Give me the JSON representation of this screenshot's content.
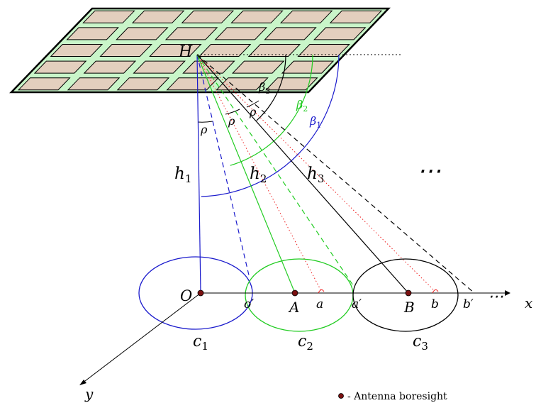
{
  "labels": {
    "H": "H",
    "O": "O",
    "o_prime": "o′",
    "A": "A",
    "a": "a",
    "a_prime": "a′",
    "B": "B",
    "b": "b",
    "b_prime": "b′",
    "x": "x",
    "y": "y",
    "h1": "h",
    "h1_sub": "1",
    "h2": "h",
    "h2_sub": "2",
    "h3": "h",
    "h3_sub": "3",
    "c1": "c",
    "c1_sub": "1",
    "c2": "c",
    "c2_sub": "2",
    "c3": "c",
    "c3_sub": "3",
    "beta1": "β",
    "beta1_sub": "1",
    "beta2": "β",
    "beta2_sub": "2",
    "beta3": "β",
    "beta3_sub": "3",
    "rho": "ρ",
    "ellipsis_top": "⋯",
    "ellipsis_axis": "⋯"
  },
  "legend": {
    "text": "- Antenna boresight"
  },
  "colors": {
    "beam1": "#1a1acc",
    "beam2": "#22cc22",
    "beam3": "#000000",
    "boresight_aux": "#ee2222",
    "panel_fill": "#c9f5c9",
    "tile_fill": "#e3cfbe",
    "dot_fill": "#7a1010"
  }
}
